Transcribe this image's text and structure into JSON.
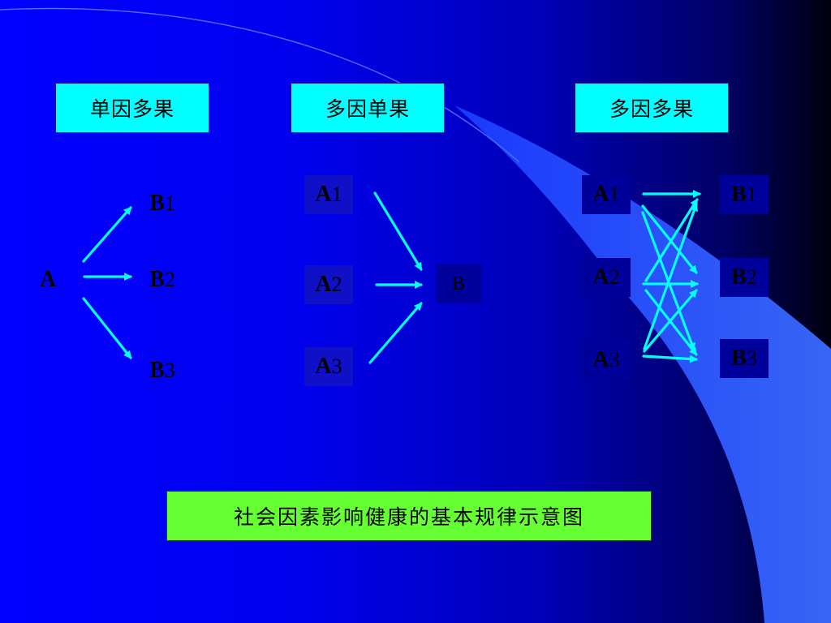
{
  "headers": {
    "single_cause_multi_effect": "单因多果",
    "multi_cause_single_effect": "多因单果",
    "multi_cause_multi_effect": "多因多果"
  },
  "group1": {
    "source": {
      "letter": "A"
    },
    "targets": [
      {
        "letter": "B",
        "index": "1"
      },
      {
        "letter": "B",
        "index": "2"
      },
      {
        "letter": "B",
        "index": "3"
      }
    ]
  },
  "group2": {
    "sources": [
      {
        "letter": "A",
        "index": "1"
      },
      {
        "letter": "A",
        "index": "2"
      },
      {
        "letter": "A",
        "index": "3"
      }
    ],
    "target": {
      "letter": "B"
    }
  },
  "group3": {
    "sources": [
      {
        "letter": "A",
        "index": "1"
      },
      {
        "letter": "A",
        "index": "2"
      },
      {
        "letter": "A",
        "index": "3"
      }
    ],
    "targets": [
      {
        "letter": "B",
        "index": "1"
      },
      {
        "letter": "B",
        "index": "2"
      },
      {
        "letter": "B",
        "index": "3"
      }
    ]
  },
  "caption": "社会因素影响健康的基本规律示意图",
  "colors": {
    "header_bg": "#00ffff",
    "caption_bg": "#66ff33",
    "arrow": "#00ffff",
    "background": "#0000ff",
    "swoosh": "#3366ff"
  }
}
